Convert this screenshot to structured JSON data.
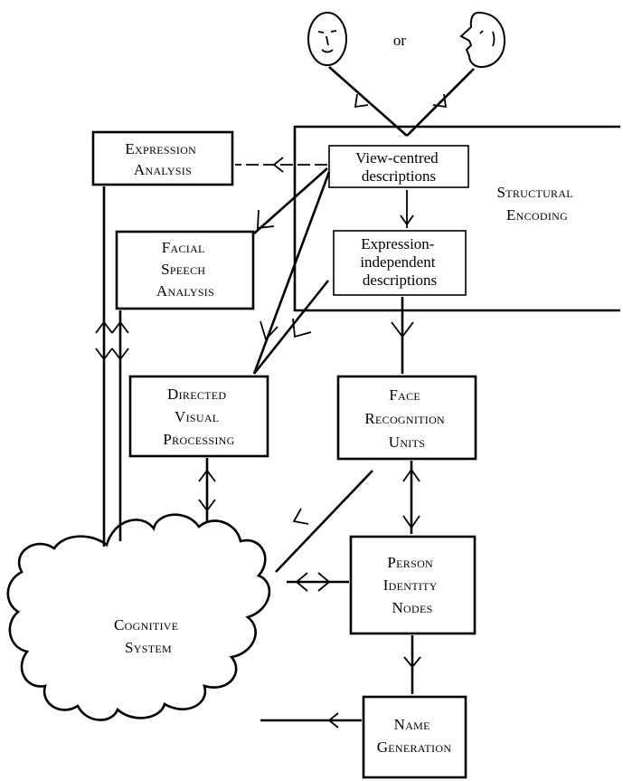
{
  "inputs": {
    "connector": "or"
  },
  "boxes": {
    "expression_analysis": [
      "Expression",
      "Analysis"
    ],
    "structural_encoding": [
      "Structural",
      "Encoding"
    ],
    "view_centred": [
      "View-centred",
      "descriptions"
    ],
    "expression_independent": [
      "Expression-",
      "independent",
      "descriptions"
    ],
    "facial_speech": [
      "Facial",
      "Speech",
      "Analysis"
    ],
    "directed_visual": [
      "Directed",
      "Visual",
      "Processing"
    ],
    "face_recognition": [
      "Face",
      "Recognition",
      "Units"
    ],
    "person_identity": [
      "Person",
      "Identity",
      "Nodes"
    ],
    "cognitive_system": [
      "Cognitive",
      "System"
    ],
    "name_generation": [
      "Name",
      "Generation"
    ]
  }
}
